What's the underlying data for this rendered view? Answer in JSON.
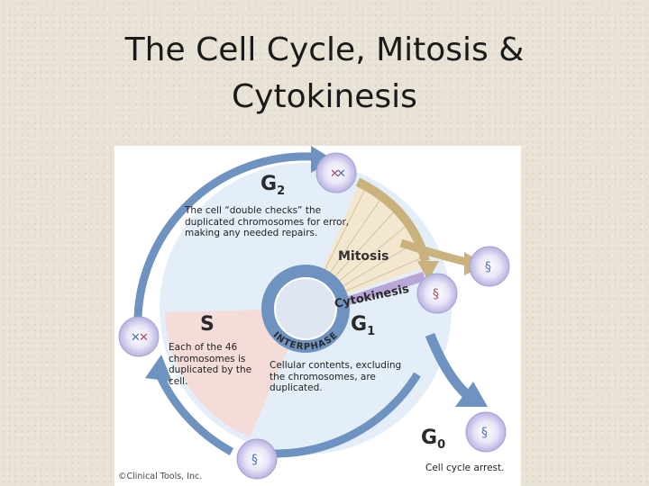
{
  "slide": {
    "title_line1": "The Cell Cycle, Mitosis &",
    "title_line2": "Cytokinesis"
  },
  "diagram": {
    "g2": {
      "letter": "G",
      "sub": "2",
      "text": "The cell “double checks” the duplicated chromosomes for error, making any needed repairs."
    },
    "s": {
      "letter": "S",
      "text": "Each of the 46 chromosomes is duplicated by the cell."
    },
    "g1": {
      "letter": "G",
      "sub": "1",
      "text": "Cellular contents, excluding the chromosomes, are duplicated."
    },
    "g0": {
      "letter": "G",
      "sub": "0",
      "text": "Cell cycle arrest."
    },
    "mitosis_label": "Mitosis",
    "cytokinesis_label": "Cytokinesis",
    "interphase_label": "INTERPHASE",
    "copyright": "©Clinical Tools, Inc."
  },
  "colors": {
    "cycle_fill": "#e3eef8",
    "arrow_blue": "#6f93c0",
    "s_wedge": "#f4dcd8",
    "mitosis_fan": "#f3e8cf",
    "mitosis_arrow": "#c9b27c",
    "cytokinesis_band": "#b8a6d6",
    "center_ring": "#6f93c0"
  }
}
